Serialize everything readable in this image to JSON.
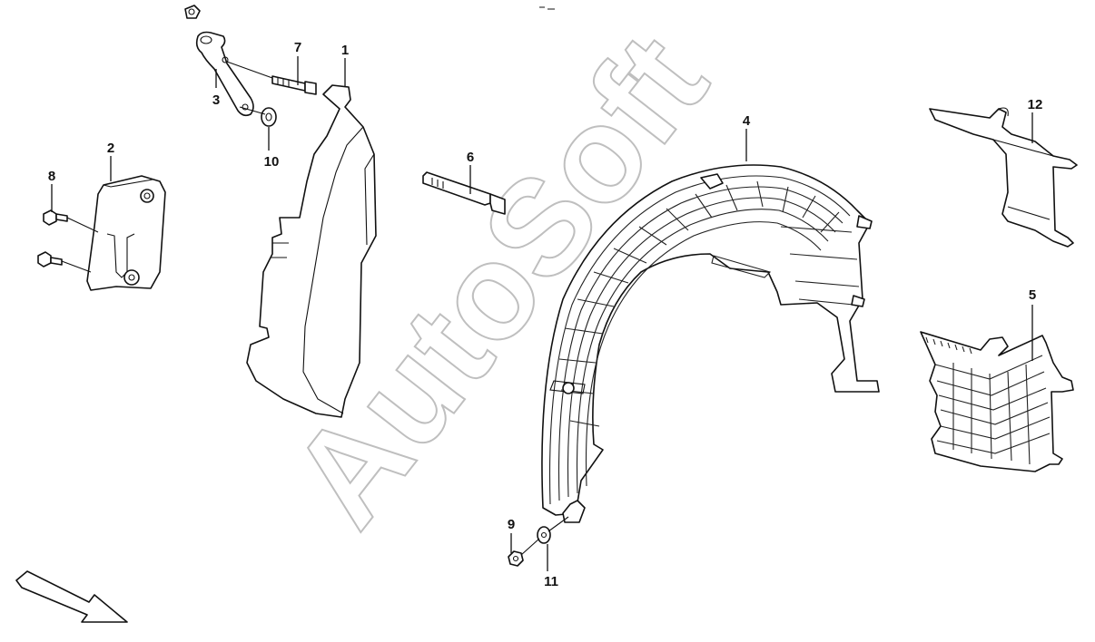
{
  "watermark": "AutoSoft",
  "callouts": {
    "p1": "1",
    "p2": "2",
    "p3": "3",
    "p4": "4",
    "p5": "5",
    "p6": "6",
    "p7": "7",
    "p8": "8",
    "p9": "9",
    "p10": "10",
    "p11": "11",
    "p12": "12"
  },
  "icons": {
    "direction": "front-direction-arrow-icon"
  }
}
